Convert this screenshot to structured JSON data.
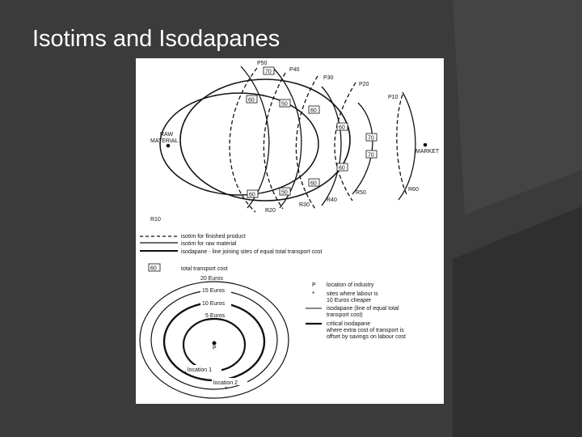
{
  "slide": {
    "title": "Isotims and Isodapanes",
    "background_color": "#3b3b3b",
    "title_color": "#ffffff"
  },
  "top_diagram": {
    "raw_material_label": [
      "RAW",
      "MATERIAL"
    ],
    "market_label": "MARKET",
    "p_labels": [
      "P50",
      "P40",
      "P30",
      "P20",
      "P10"
    ],
    "r_labels": [
      "R10",
      "R20",
      "R30",
      "R40",
      "R50",
      "R60"
    ],
    "boxed_values": [
      "70",
      "60",
      "50",
      "60",
      "60",
      "70",
      "70",
      "60",
      "60",
      "60",
      "50"
    ]
  },
  "legend_top": {
    "items": [
      {
        "line": "dashed",
        "text": "isotim for finished product"
      },
      {
        "line": "solid",
        "text": "isotim for raw material"
      },
      {
        "line": "thick",
        "text": "isodapane - line joining sites of equal total transport cost"
      }
    ],
    "box_example": "60",
    "box_text": "total transport cost"
  },
  "bottom_diagram": {
    "ring_labels": [
      "20 Euros",
      "15 Euros",
      "10 Euros",
      "5 Euros"
    ],
    "centre_label": "P",
    "location_labels": [
      "location 1",
      "location 2"
    ]
  },
  "legend_bottom": {
    "items": [
      {
        "symbol": "P",
        "lines": [
          "location of industry"
        ]
      },
      {
        "symbol": "*",
        "lines": [
          "sites where labour is",
          "10 Euros cheaper"
        ]
      },
      {
        "symbol": "line",
        "lines": [
          "isodapane (line of equal total",
          "transport cost)"
        ]
      },
      {
        "symbol": "thick-line",
        "lines": [
          "critical isodapane",
          "where extra cost of transport is",
          "offset by savings on labour cost"
        ]
      }
    ]
  }
}
